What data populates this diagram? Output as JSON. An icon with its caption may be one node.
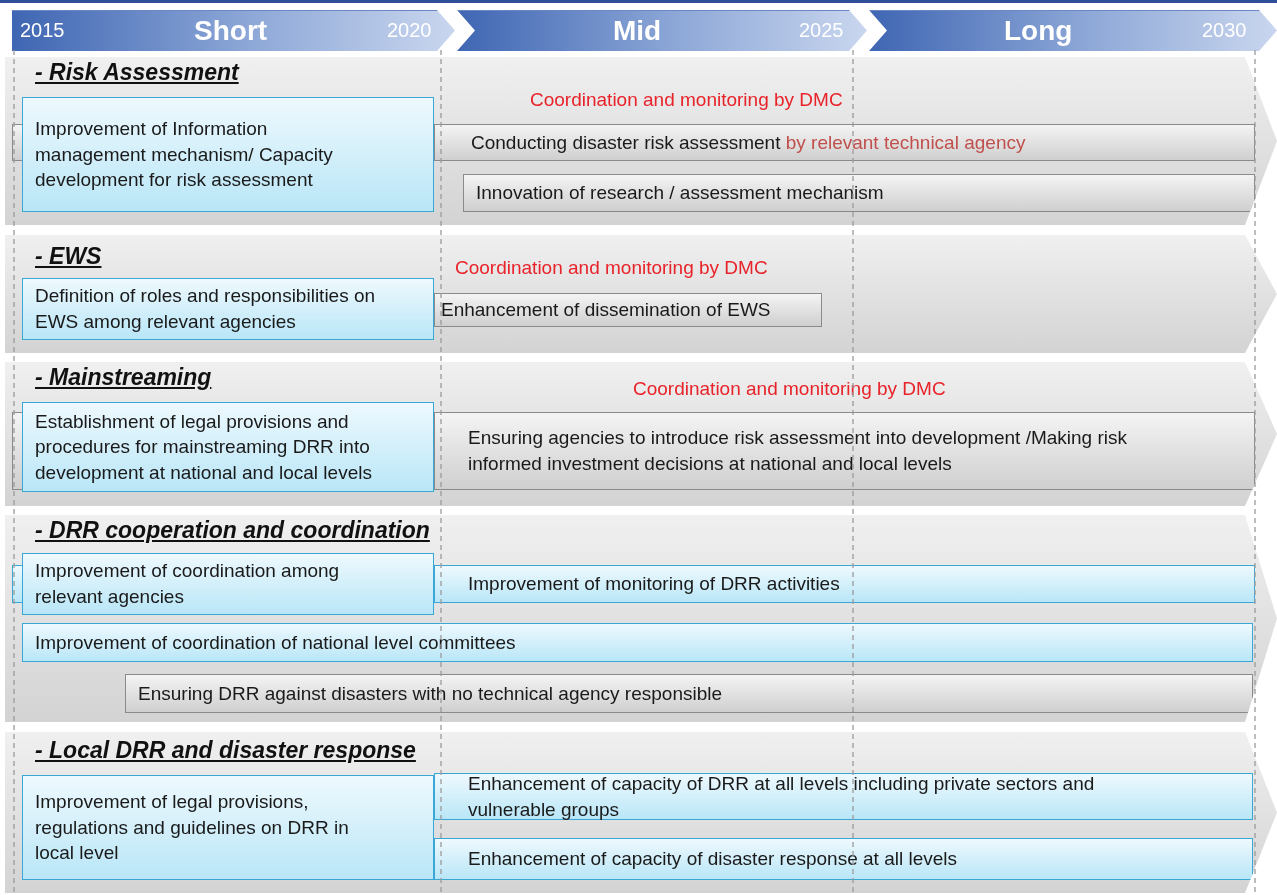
{
  "diagram": {
    "nodes": [
      {
        "text": [
          "2015",
          "Short",
          "2020"
        ]
      },
      {
        "text": [
          "Mid",
          "2025"
        ]
      },
      {
        "text": [
          "Long",
          "2030"
        ]
      },
      {
        "text": [
          "- Risk Assessment",
          "Coordination and monitoring by DMC"
        ]
      },
      {
        "text": [
          "Improvement of Information management mechanism/ Capacity development for risk assessment"
        ],
        "in": 3
      },
      {
        "text": [
          "Conducting disaster risk assessment",
          "by relevant technical agency"
        ],
        "in": 3
      },
      {
        "text": [
          "Innovation of research / assessment mechanism"
        ],
        "in": 3
      },
      {
        "text": [
          "- EWS",
          "Coordination and monitoring by DMC"
        ]
      },
      {
        "text": [
          "Definition of roles and responsibilities on EWS among relevant agencies"
        ],
        "in": 7
      },
      {
        "text": [
          "Enhancement of dissemination of EWS"
        ],
        "in": 7
      },
      {
        "text": [
          "- Mainstreaming",
          "Coordination and monitoring by DMC"
        ]
      },
      {
        "text": [
          "Establishment of legal provisions and procedures for mainstreaming DRR into development at national and local levels"
        ],
        "in": 10
      },
      {
        "text": [
          "Ensuring agencies to introduce risk assessment into development /Making risk informed investment decisions at national and local levels"
        ],
        "in": 10
      },
      {
        "text": [
          "- DRR cooperation and coordination"
        ]
      },
      {
        "text": [
          "Improvement of coordination among relevant agencies"
        ],
        "in": 13
      },
      {
        "text": [
          "Improvement of monitoring of DRR activities"
        ],
        "in": 13
      },
      {
        "text": [
          "Improvement of coordination of national level committees"
        ],
        "in": 13
      },
      {
        "text": [
          "Ensuring DRR against disasters with no technical agency responsible"
        ],
        "in": 13
      },
      {
        "text": [
          "- Local DRR and disaster response"
        ]
      },
      {
        "text": [
          "Improvement of legal provisions, regulations and guidelines on DRR in local level"
        ],
        "in": 18
      },
      {
        "text": [
          "Enhancement of capacity of DRR at all levels including private sectors and vulnerable groups"
        ],
        "in": 18
      },
      {
        "text": [
          "Enhancement of capacity of disaster response at all levels"
        ],
        "in": 18
      }
    ],
    "edges": []
  }
}
